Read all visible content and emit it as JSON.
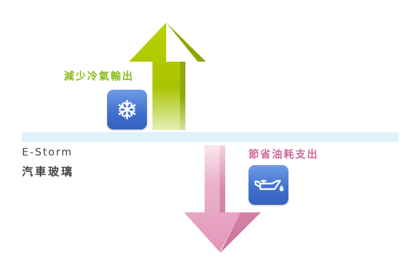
{
  "labels": {
    "up": "減少冷氣輸出",
    "down": "節省油耗支出"
  },
  "brand": {
    "en": "E-Storm",
    "zh": "汽車玻璃"
  },
  "icons": {
    "up": "snowflake-icon",
    "down": "oil-can-icon"
  },
  "colors": {
    "up_arrow": "#a8c400",
    "down_arrow": "#e7a2c0",
    "up_label": "#8cbc1e",
    "down_label": "#d2689c",
    "tile": "#4a79d6",
    "divider": "#dff1fb",
    "brand_text": "#444444"
  }
}
